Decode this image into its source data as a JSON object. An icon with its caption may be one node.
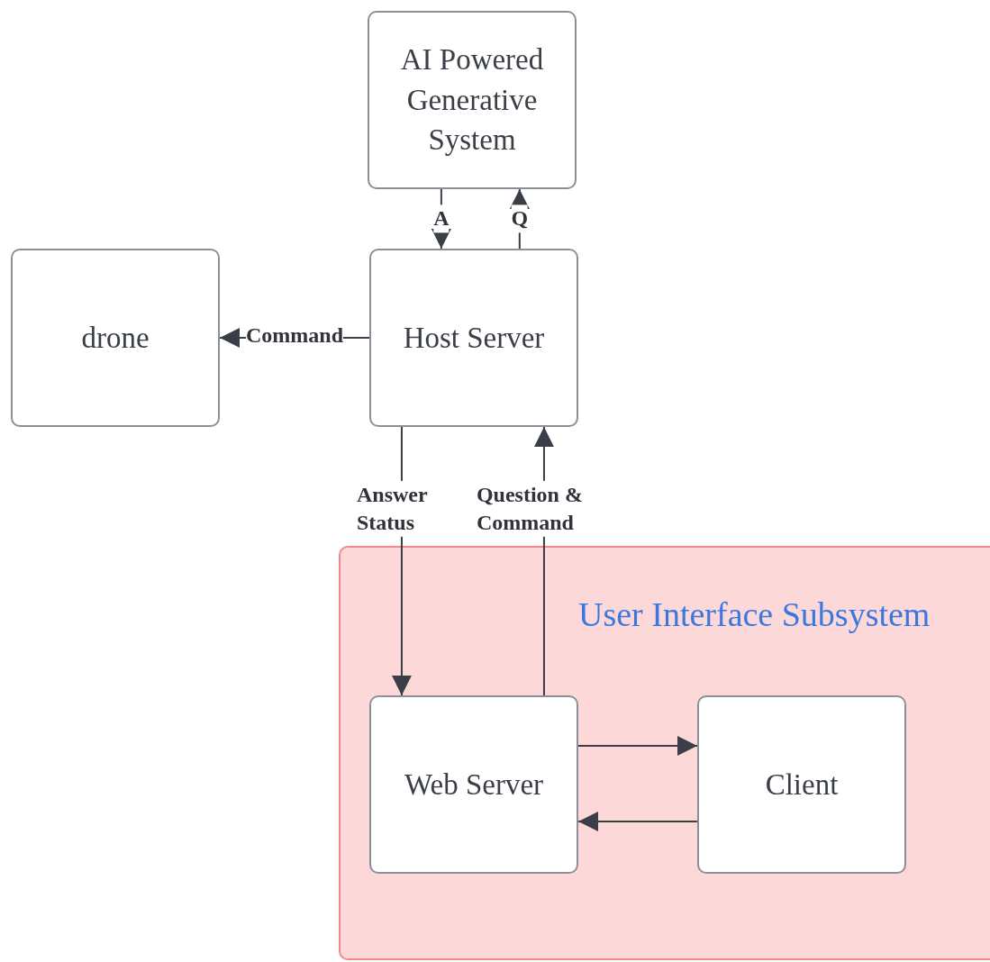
{
  "diagram": {
    "nodes": [
      {
        "text": [
          "AI Powered Generative System"
        ]
      },
      {
        "text": [
          "drone"
        ]
      },
      {
        "text": [
          "Host Server"
        ]
      },
      {
        "text": [
          "User Interface Subsystem"
        ]
      },
      {
        "text": [
          "Web Server"
        ],
        "in": 3
      },
      {
        "text": [
          "Client"
        ],
        "in": 3
      }
    ],
    "edges": [
      {
        "from": 0,
        "to": 2,
        "arrow": "to",
        "label": "A"
      },
      {
        "from": 2,
        "to": 0,
        "arrow": "to",
        "label": "Q"
      },
      {
        "from": 2,
        "to": 1,
        "arrow": "to",
        "label": "Command"
      },
      {
        "from": 2,
        "to": 4,
        "arrow": "to",
        "label": "Answer Status"
      },
      {
        "from": 4,
        "to": 2,
        "arrow": "to",
        "label": "Question & Command"
      },
      {
        "from": 4,
        "to": 5,
        "arrow": "to"
      },
      {
        "from": 5,
        "to": 4,
        "arrow": "to"
      }
    ]
  }
}
